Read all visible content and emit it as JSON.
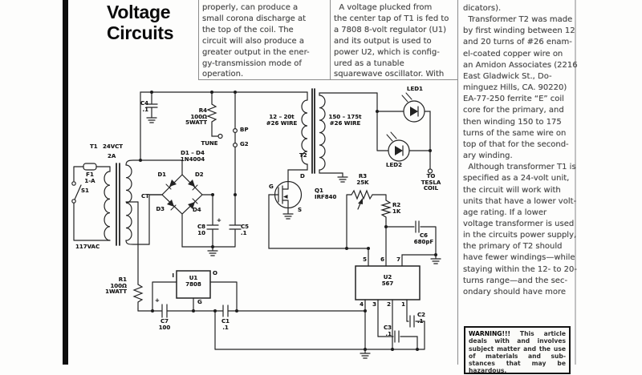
{
  "article": {
    "title": "Voltage\nCircuits",
    "col1": "properly, can produce a\nsmall corona discharge at\nthe top of the coil. The\ncircuit will also produce a\ngreater output in the ener-\ngy-transmission mode of\noperation.",
    "col2": "  A voltage plucked from\nthe center tap of T1 is fed to\na 7808 8-volt regulator (U1)\nand its output is used to\npower U2, which is config-\nured as a tunable\nsquarewave oscillator. With",
    "col3": "dicators).\n  Transformer T2 was made\nby first winding between 12\nand 20 turns of #26 enam-\nel-coated copper wire on\nan Amidon Associates (2216\nEast Gladwick St., Do-\nminguez Hills, CA. 90220)\nEA-77-250 ferrite “E” coil\ncore for the primary, and\nthen winding 150 to 175\nturns of the same wire on\ntop of that for the second-\nary winding.\n  Although transformer T1 is\nspecified as a 24-volt unit,\nthe circuit will work with\nunits that have a lower volt-\nage rating. If a lower\nvoltage transformer is used\nin the circuits power supply,\nthe primary of T2 should\nhave fewer windings—while\nstaying within the 12- to 20-\nturns range—and the sec-\nondary should have more",
    "warning_title": "WARNING!!!",
    "warning_body": " This article deals with and involves subject matter and the use of materials and sub- stances that may be hazardous."
  },
  "schematic": {
    "labels": {
      "c4": "C4\n.1",
      "r4": "R4\n100Ω\n5WATT",
      "tune": "TUNE",
      "bp": "BP",
      "g2": "G2",
      "t1": "T1",
      "t1_volts": "24VCT",
      "t1_amps": "2A",
      "f1": "F1\n1-A",
      "s1": "S1",
      "vac": "117VAC",
      "ct": "CT",
      "bridge": "D1 – D4\n1N4004",
      "d1": "D1",
      "d2": "D2",
      "d3": "D3",
      "d4": "D4",
      "c8": "C8\n10",
      "c8_plus": "+",
      "c5": "C5\n.1",
      "q1": "Q1\nIRF840",
      "q1_d": "D",
      "q1_s": "S",
      "q1_g": "G",
      "t2": "T2",
      "t2_pri": "12 – 20t\n#26 WIRE",
      "t2_sec": "150 – 175t\n#26 WIRE",
      "led1": "LED1",
      "led2": "LED2",
      "tesla": "TO\nTESLA\nCOIL",
      "r3": "R3\n25K",
      "r2": "R2\n1K",
      "c6": "C6\n680pF",
      "u2": "U2\n567",
      "u2_p5": "5",
      "u2_p6": "6",
      "u2_p7": "7",
      "u2_p4": "4",
      "u2_p3": "3",
      "u2_p2": "2",
      "u2_p1": "1",
      "u1": "U1\n7808",
      "u1_i": "I",
      "u1_o": "O",
      "u1_g": "G",
      "r1": "R1\n100Ω\n1WATT",
      "c7": "C7\n100",
      "c7_plus": "+",
      "c1": "C1\n.1",
      "c3": "C3\n.1",
      "c2": "C2\n.1"
    }
  }
}
